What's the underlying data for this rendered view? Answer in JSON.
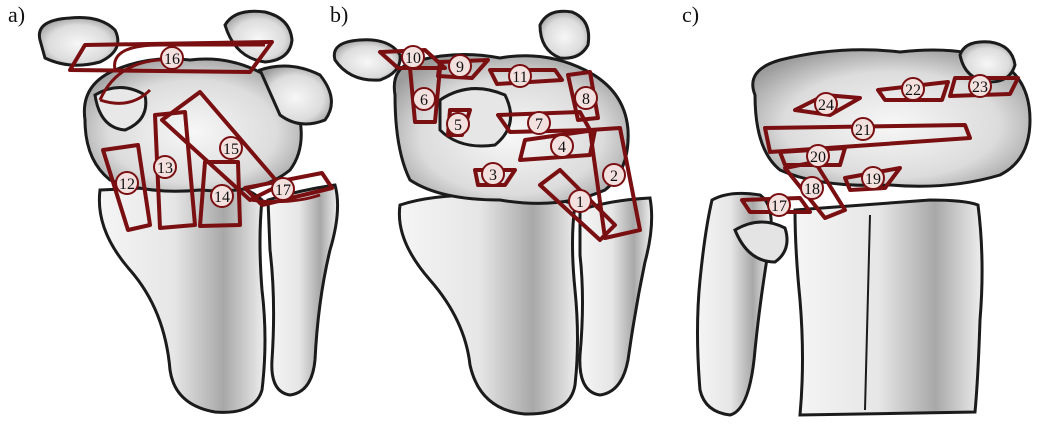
{
  "panels": [
    {
      "label": "a)",
      "ligaments": [
        "16",
        "12",
        "13",
        "15",
        "14",
        "17"
      ]
    },
    {
      "label": "b)",
      "ligaments": [
        "10",
        "9",
        "11",
        "6",
        "8",
        "5",
        "7",
        "4",
        "2",
        "3",
        "1"
      ]
    },
    {
      "label": "c)",
      "ligaments": [
        "22",
        "23",
        "24",
        "21",
        "20",
        "19",
        "18",
        "17"
      ]
    }
  ],
  "colors": {
    "outline": "#7a0f12",
    "bone_stroke": "#1b1b1b",
    "bone_fill": "#ededed",
    "bone_shade": "#a9a9a9",
    "badge_fill": "#f3e1df"
  }
}
